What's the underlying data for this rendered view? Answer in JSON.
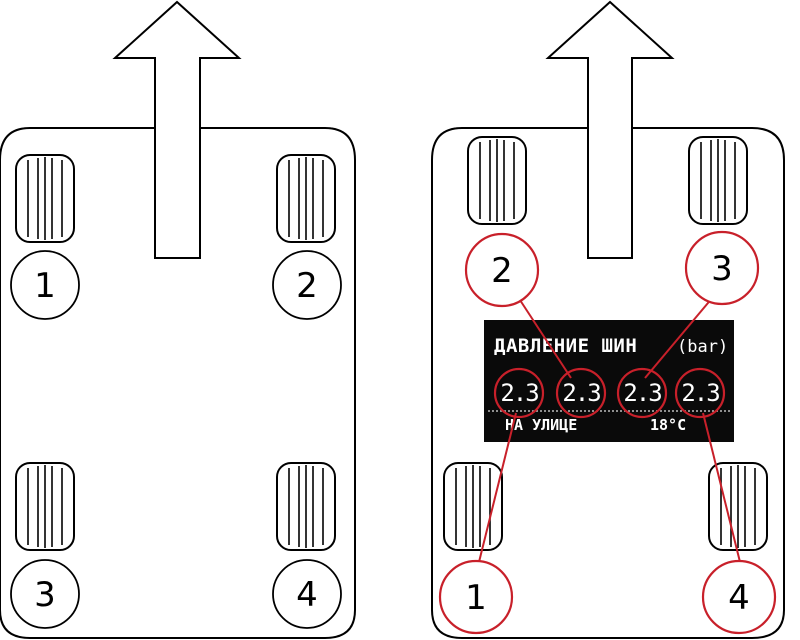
{
  "left_diagram": {
    "labels": [
      "1",
      "2",
      "3",
      "4"
    ]
  },
  "right_diagram": {
    "labels": [
      "1",
      "2",
      "3",
      "4"
    ],
    "display": {
      "title": "ДАВЛЕНИЕ ШИН",
      "unit": "(bar)",
      "values": [
        "2.3",
        "2.3",
        "2.3",
        "2.3"
      ],
      "outside_label": "НА УЛИЦЕ",
      "temperature": "18°C"
    }
  },
  "colors": {
    "line": "#000000",
    "callout": "#c8202a",
    "display_bg": "#0a0a0a",
    "display_text": "#ffffff"
  }
}
